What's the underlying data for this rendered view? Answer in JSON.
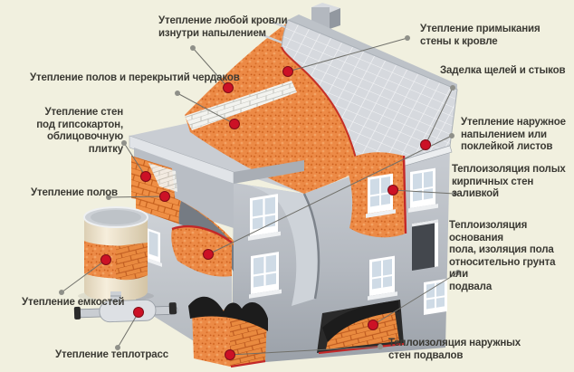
{
  "diagram": {
    "subject": "house-insulation-applications",
    "language": "ru"
  },
  "colors": {
    "background": "#f1f0df",
    "insulation_orange": "#ec8a46",
    "marker_red": "#cc1126",
    "leader_grey": "#8f9089",
    "wall_grey": "#bfc4ca",
    "waterproofing_black": "#1c1c1c",
    "label_text": "#3b3a34"
  },
  "labels": [
    {
      "id": "roof-inside-spray",
      "text": "Утепление любой кровли\nизнутри напылением"
    },
    {
      "id": "attic-floors",
      "text": "Утепление полов и перекрытий чердаков"
    },
    {
      "id": "walls-drywall-tile",
      "text": "Утепление стен\nпод гипсокартон,\nоблицовочную плитку"
    },
    {
      "id": "floors",
      "text": "Утепление полов"
    },
    {
      "id": "tanks",
      "text": "Утепление емкостей"
    },
    {
      "id": "heat-mains",
      "text": "Утепление теплотрасс"
    },
    {
      "id": "wall-roof-junction",
      "text": "Утепление примыкания\nстены к кровле"
    },
    {
      "id": "cracks-joints",
      "text": "Заделка щелей и стыков"
    },
    {
      "id": "external-spray-sheets",
      "text": "Утепление наружное\nнапылением или\nпоклейкой листов"
    },
    {
      "id": "hollow-brick-walls",
      "text": "Теплоизоляция полых\nкирпичных стен заливкой"
    },
    {
      "id": "floor-base",
      "text": "Теплоизоляция основания\nпола, изоляция пола\nотносительно грунта или\nподвала"
    },
    {
      "id": "basement-walls",
      "text": "Теплоизоляция наружных\nстен подвалов"
    }
  ]
}
